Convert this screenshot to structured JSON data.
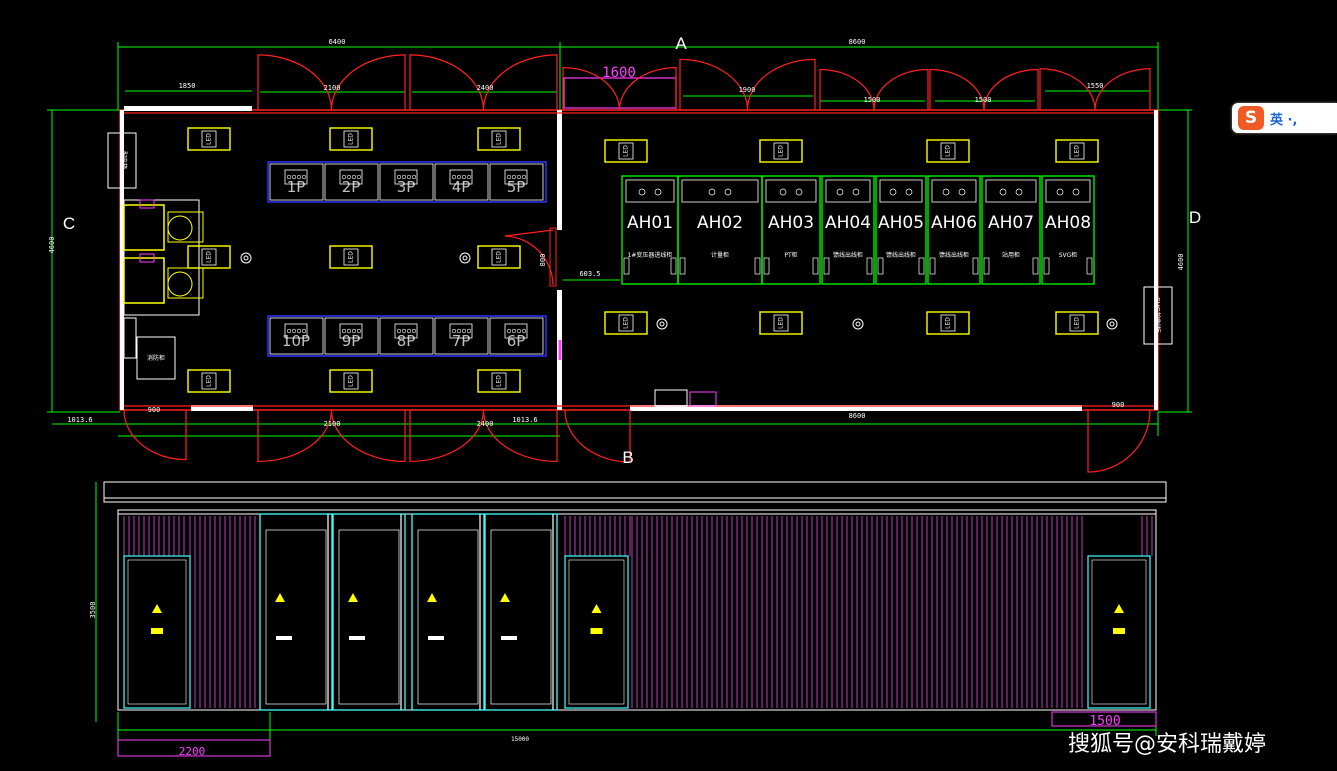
{
  "axis_labels": {
    "a": "A",
    "b": "B",
    "c": "C",
    "d": "D"
  },
  "dimensions": {
    "top_total_left": "6400",
    "top_total_right": "8600",
    "top_1850": "1850",
    "top_2100": "2100",
    "top_2400": "2400",
    "top_1600": "1600",
    "top_1900": "1900",
    "top_1500a": "1500",
    "top_1500b": "1500",
    "top_1550": "1550",
    "height_left": "4600",
    "height_right": "4600",
    "door_800": "800",
    "dim_6035": "603.5",
    "bottom_1013_left": "1013.6",
    "bottom_900_left": "900",
    "bottom_2100": "2100",
    "bottom_2400": "2400",
    "bottom_1013_mid": "1013.6",
    "bottom_8600": "8600",
    "bottom_900_right": "900",
    "elev_height": "3500",
    "elev_2200": "2200",
    "elev_1500": "1500",
    "elev_total": "15000"
  },
  "led_label": "LED",
  "pcs_top": [
    "1P",
    "2P",
    "3P",
    "4P",
    "5P"
  ],
  "pcs_bottom": [
    "10P",
    "9P",
    "8P",
    "7P",
    "6P"
  ],
  "switchgear": [
    {
      "id": "AH01",
      "label": "1#变压器进线柜"
    },
    {
      "id": "AH02",
      "label": "计量柜"
    },
    {
      "id": "AH03",
      "label": "PT柜"
    },
    {
      "id": "AH04",
      "label": "馈线出线柜"
    },
    {
      "id": "AH05",
      "label": "馈线出线柜"
    },
    {
      "id": "AH06",
      "label": "馈线出线柜"
    },
    {
      "id": "AH07",
      "label": "站用柜"
    },
    {
      "id": "AH08",
      "label": "SVG柜"
    }
  ],
  "panel_left": "配电箱",
  "panel_right": "SVG控制柜",
  "small_box": "消防柜",
  "ime": {
    "logo": "S",
    "text": "英 ·, "
  },
  "watermark": "搜狐号@安科瑞戴婷",
  "colors": {
    "wall": "#ffffff",
    "door": "#ff2020",
    "dim": "#00ff00",
    "pcs": "#3030ff",
    "cabinet": "#00ff00",
    "led": "#ffff00",
    "purple": "#ff40ff",
    "cyan": "#40ffff",
    "yellow": "#ffff00"
  }
}
